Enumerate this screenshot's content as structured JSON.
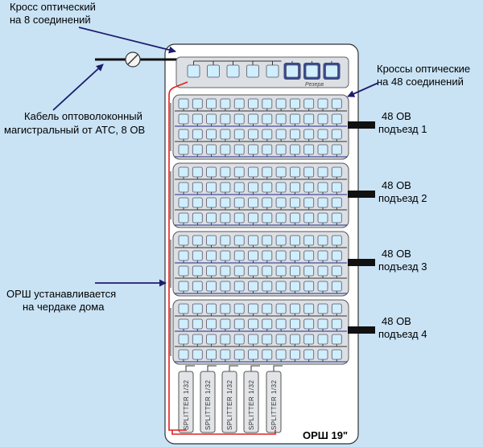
{
  "colors": {
    "background": "#c9e3f5",
    "cabinet_fill": "#ffffff",
    "panel_fill": "#dcdfe3",
    "port_fill": "#cfeefe",
    "reserve_port_fill": "#3a4a8a",
    "red_fiber": "#e02020",
    "blue_line": "#1c2a8c",
    "arrow": "#1c1c6e"
  },
  "labels": {
    "top_cross": [
      "Кросс оптический",
      "на 8 соединений"
    ],
    "cable": [
      "Кабель оптоволоконный",
      "магистральный от АТС, 8 ОВ"
    ],
    "cross48": [
      "Кроссы оптические",
      "на 48 соединений"
    ],
    "orsh_attic": [
      "ОРШ устанавливается",
      "на чердаке дома"
    ],
    "reserve": "Резерв",
    "cabinet": "ОРШ 19\"",
    "splitter": "SPLITTER 1/32"
  },
  "entrances": [
    {
      "count": "48 ОВ",
      "name": "подъезд 1"
    },
    {
      "count": "48 ОВ",
      "name": "подъезд 2"
    },
    {
      "count": "48 ОВ",
      "name": "подъезд 3"
    },
    {
      "count": "48 ОВ",
      "name": "подъезд 4"
    }
  ]
}
